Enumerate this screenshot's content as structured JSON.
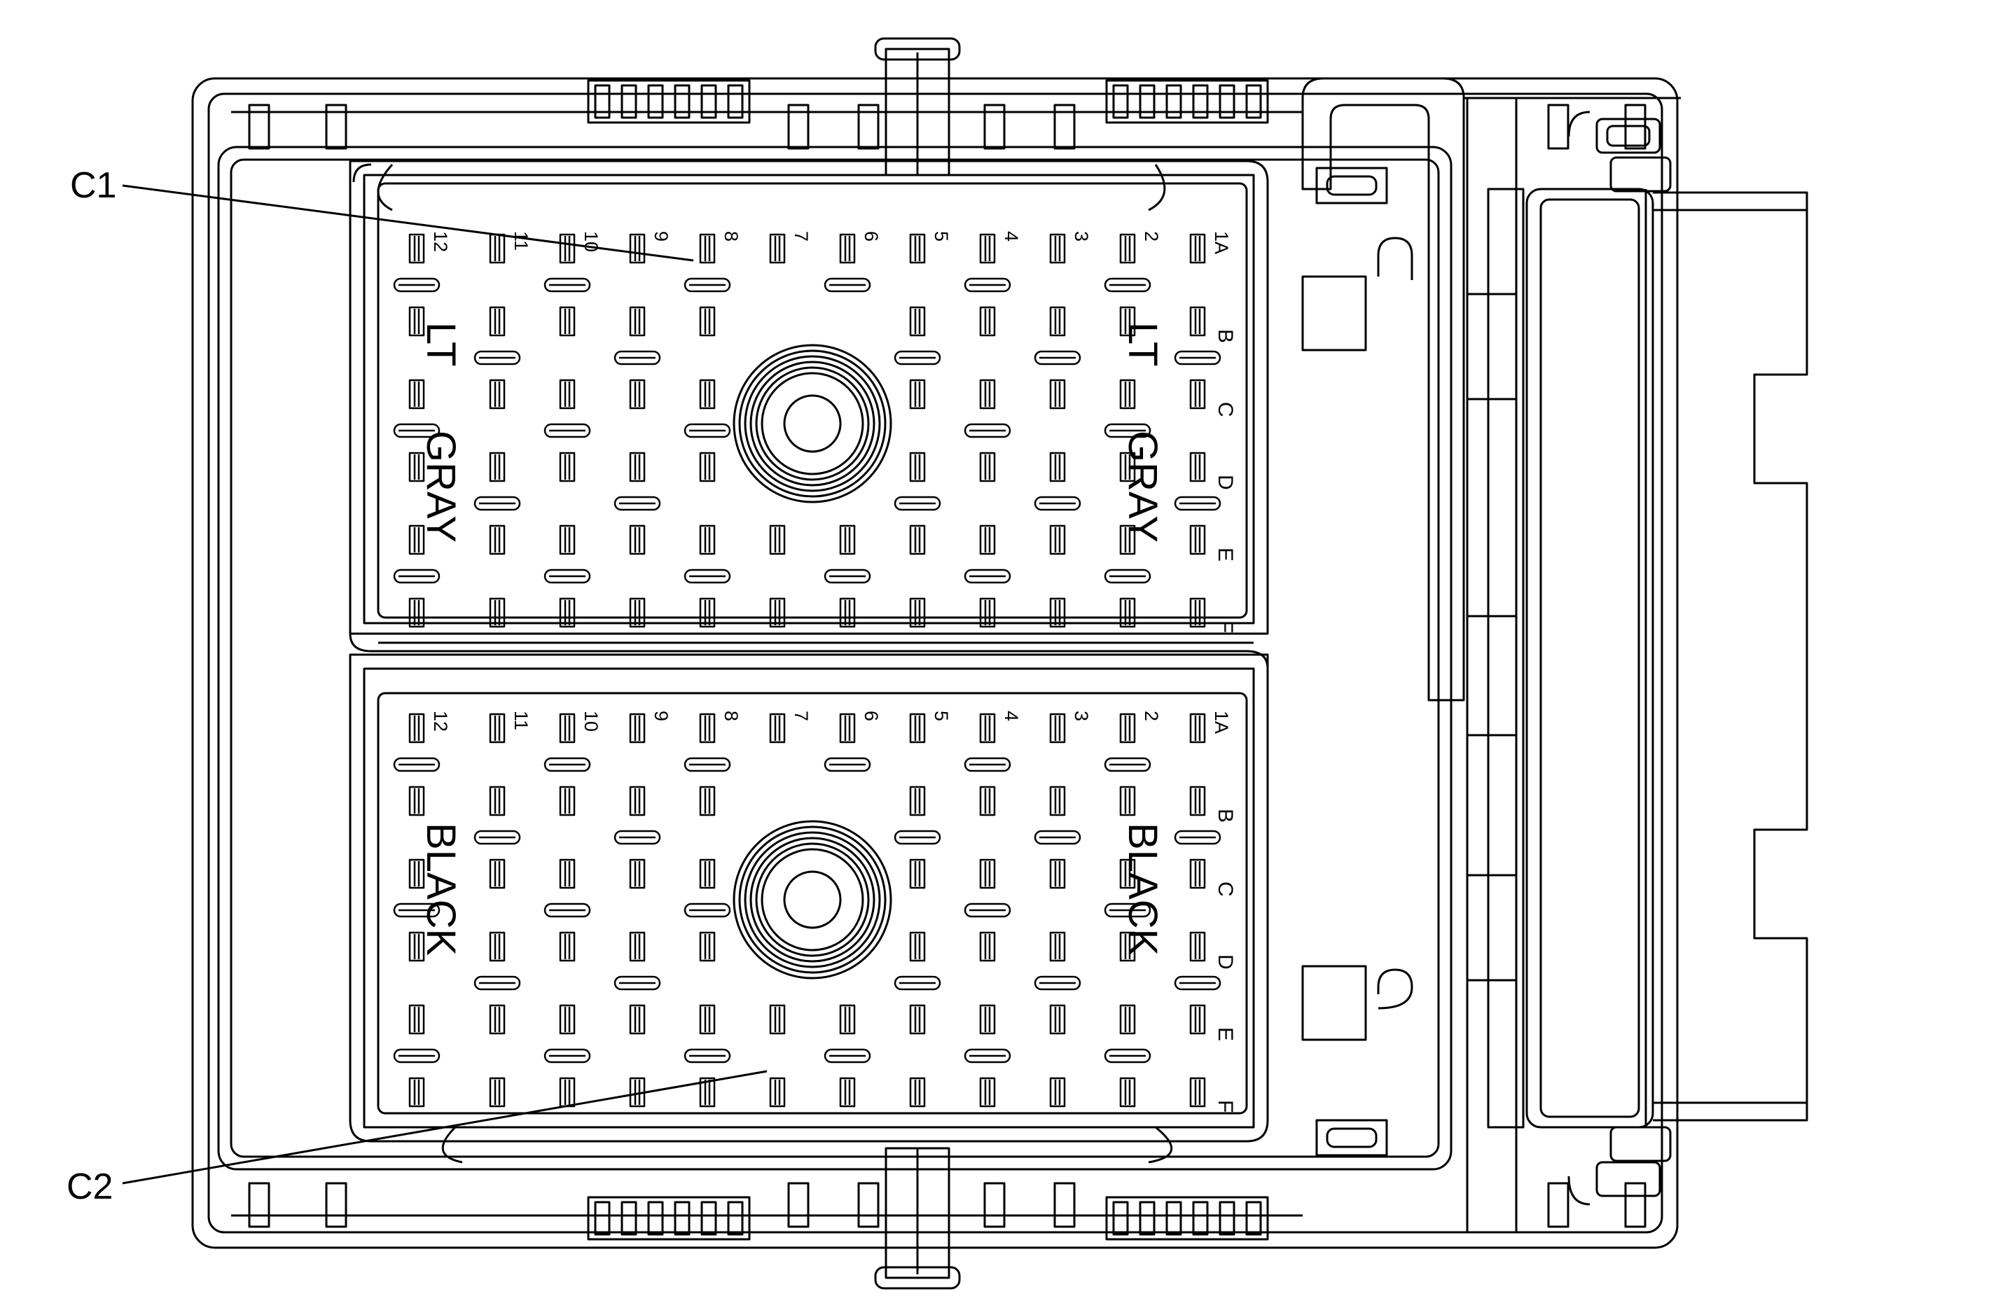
{
  "callouts": {
    "c1": "C1",
    "c2": "C2"
  },
  "c1": {
    "color": "LT GRAY",
    "color_words": [
      "LT",
      "GRAY"
    ],
    "columns": [
      "12",
      "11",
      "10",
      "9",
      "8",
      "7",
      "6",
      "5",
      "4",
      "3",
      "2",
      "1A"
    ],
    "rows": [
      "B",
      "C",
      "D",
      "E",
      "F"
    ]
  },
  "c2": {
    "color": "BLACK",
    "color_words": [
      "BLACK"
    ],
    "columns": [
      "12",
      "11",
      "10",
      "9",
      "8",
      "7",
      "6",
      "5",
      "4",
      "3",
      "2",
      "1A"
    ],
    "rows": [
      "B",
      "C",
      "D",
      "E",
      "F"
    ]
  }
}
